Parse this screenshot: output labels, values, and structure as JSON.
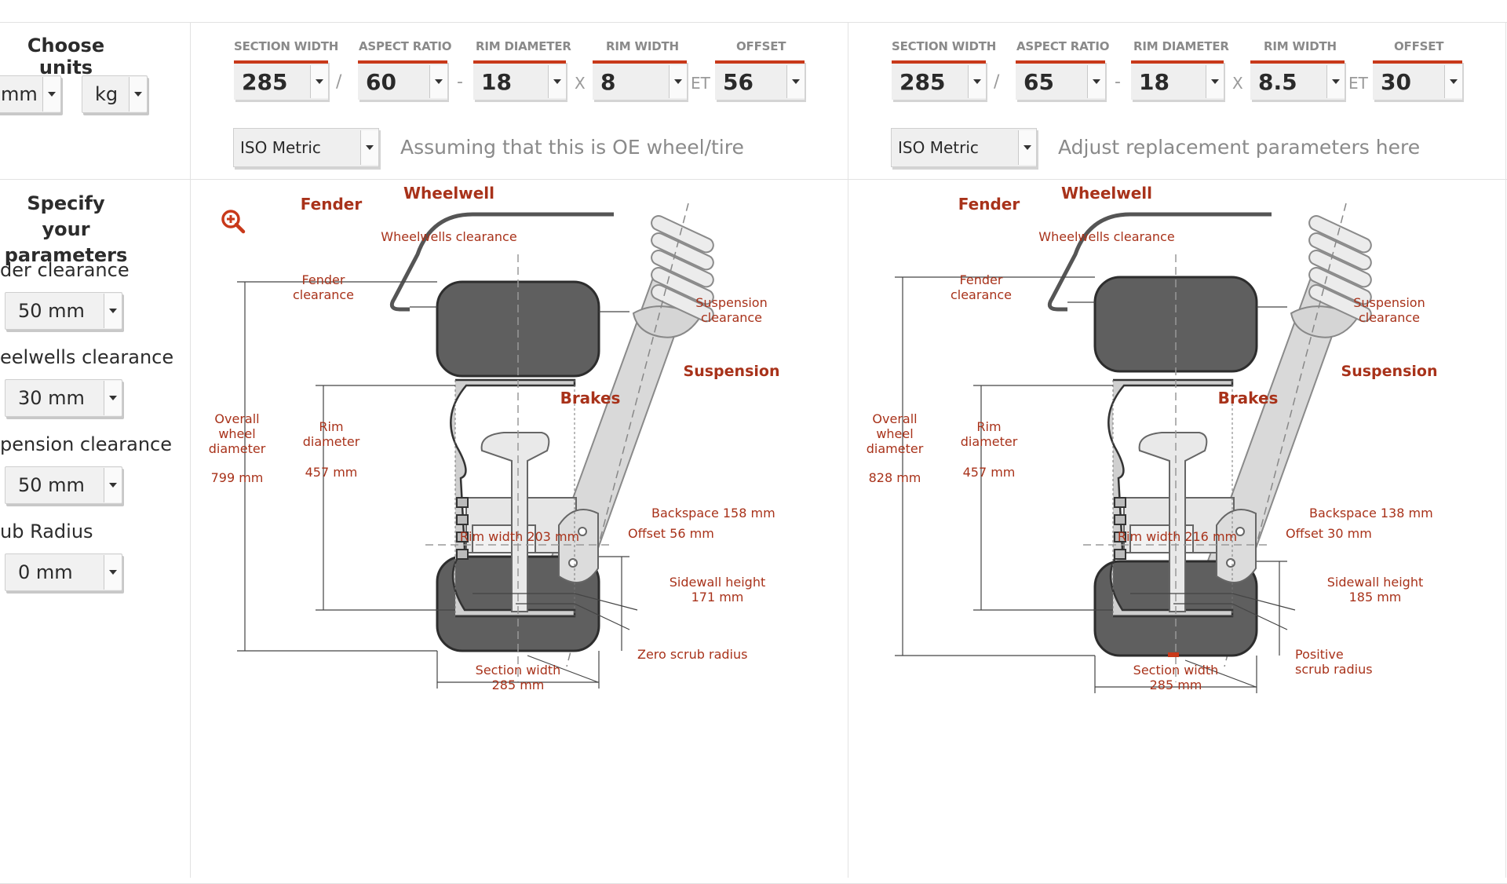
{
  "left_panel": {
    "units_title": "Choose units",
    "length_unit": "mm",
    "weight_unit": "kg",
    "params_title_line1": "Specify your",
    "params_title_line2": "parameters",
    "params": [
      {
        "label": "der clearance",
        "value": "50 mm"
      },
      {
        "label": "eelwells clearance",
        "value": "30 mm"
      },
      {
        "label": "pension clearance",
        "value": "50 mm"
      },
      {
        "label": "ub Radius",
        "value": "0 mm"
      }
    ]
  },
  "field_labels": {
    "section_width": "SECTION WIDTH",
    "aspect_ratio": "ASPECT RATIO",
    "rim_diameter": "RIM DIAMETER",
    "rim_width": "RIM WIDTH",
    "offset": "OFFSET"
  },
  "separators": {
    "slash": "/",
    "dash": "-",
    "x": "X",
    "et": "ET"
  },
  "original": {
    "section_width": "285",
    "aspect_ratio": "60",
    "rim_diameter": "18",
    "rim_width": "8",
    "offset": "56",
    "standard": "ISO Metric",
    "hint": "Assuming that this is OE wheel/tire",
    "diagram": {
      "fender": "Fender",
      "wheelwell": "Wheelwell",
      "wheelwells_clearance": "Wheelwells clearance",
      "fender_clearance_1": "Fender",
      "fender_clearance_2": "clearance",
      "suspension_clearance_1": "Suspension",
      "suspension_clearance_2": "clearance",
      "suspension": "Suspension",
      "brakes": "Brakes",
      "overall_1": "Overall",
      "overall_2": "wheel",
      "overall_3": "diameter",
      "overall_value": "799 mm",
      "rim_1": "Rim",
      "rim_2": "diameter",
      "rim_value": "457 mm",
      "backspace": "Backspace 158 mm",
      "offset": "Offset 56 mm",
      "rim_width": "Rim width 203 mm",
      "sidewall_1": "Sidewall height",
      "sidewall_2": "171 mm",
      "scrub_1": "Zero scrub radius",
      "scrub_2": "",
      "section_1": "Section width",
      "section_2": "285 mm"
    }
  },
  "replacement": {
    "section_width": "285",
    "aspect_ratio": "65",
    "rim_diameter": "18",
    "rim_width": "8.5",
    "offset": "30",
    "standard": "ISO Metric",
    "hint": "Adjust replacement parameters here",
    "diagram": {
      "fender": "Fender",
      "wheelwell": "Wheelwell",
      "wheelwells_clearance": "Wheelwells clearance",
      "fender_clearance_1": "Fender",
      "fender_clearance_2": "clearance",
      "suspension_clearance_1": "Suspension",
      "suspension_clearance_2": "clearance",
      "suspension": "Suspension",
      "brakes": "Brakes",
      "overall_1": "Overall",
      "overall_2": "wheel",
      "overall_3": "diameter",
      "overall_value": "828 mm",
      "rim_1": "Rim",
      "rim_2": "diameter",
      "rim_value": "457 mm",
      "backspace": "Backspace 138 mm",
      "offset": "Offset 30 mm",
      "rim_width": "Rim width 216 mm",
      "sidewall_1": "Sidewall height",
      "sidewall_2": "185 mm",
      "scrub_1": "Positive",
      "scrub_2": "scrub radius",
      "section_1": "Section width",
      "section_2": "285 mm"
    }
  },
  "colors": {
    "accent": "#c8391a",
    "label_red": "#a8321a",
    "tire": "#5f5f5f"
  }
}
